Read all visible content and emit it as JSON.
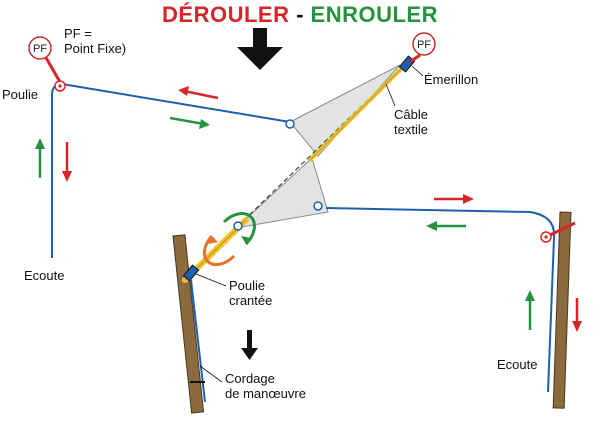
{
  "title": {
    "left": "DÉROULER",
    "separator": " - ",
    "right": "ENROULER",
    "left_color": "#d7262a",
    "right_color": "#27923f"
  },
  "labels": {
    "pf_legend_line1": "PF =",
    "pf_legend_line2": "Point Fixe)",
    "pf_marker": "PF",
    "poulie": "Poulie",
    "emerillon": "Émerillon",
    "cable_line1": "Câble",
    "cable_line2": "textile",
    "ecoute_left": "Ecoute",
    "ecoute_right": "Ecoute",
    "poulie_crantee_line1": "Poulie",
    "poulie_crantee_line2": "crantée",
    "cordage_line1": "Cordage",
    "cordage_line2": "de manœuvre"
  },
  "colors": {
    "rope": "#1f5fae",
    "red_arrow": "#d7262a",
    "green_arrow": "#27923f",
    "pole": "#8b6a3e",
    "sail": "#e3e3e3",
    "cable": "#f2c12e"
  }
}
